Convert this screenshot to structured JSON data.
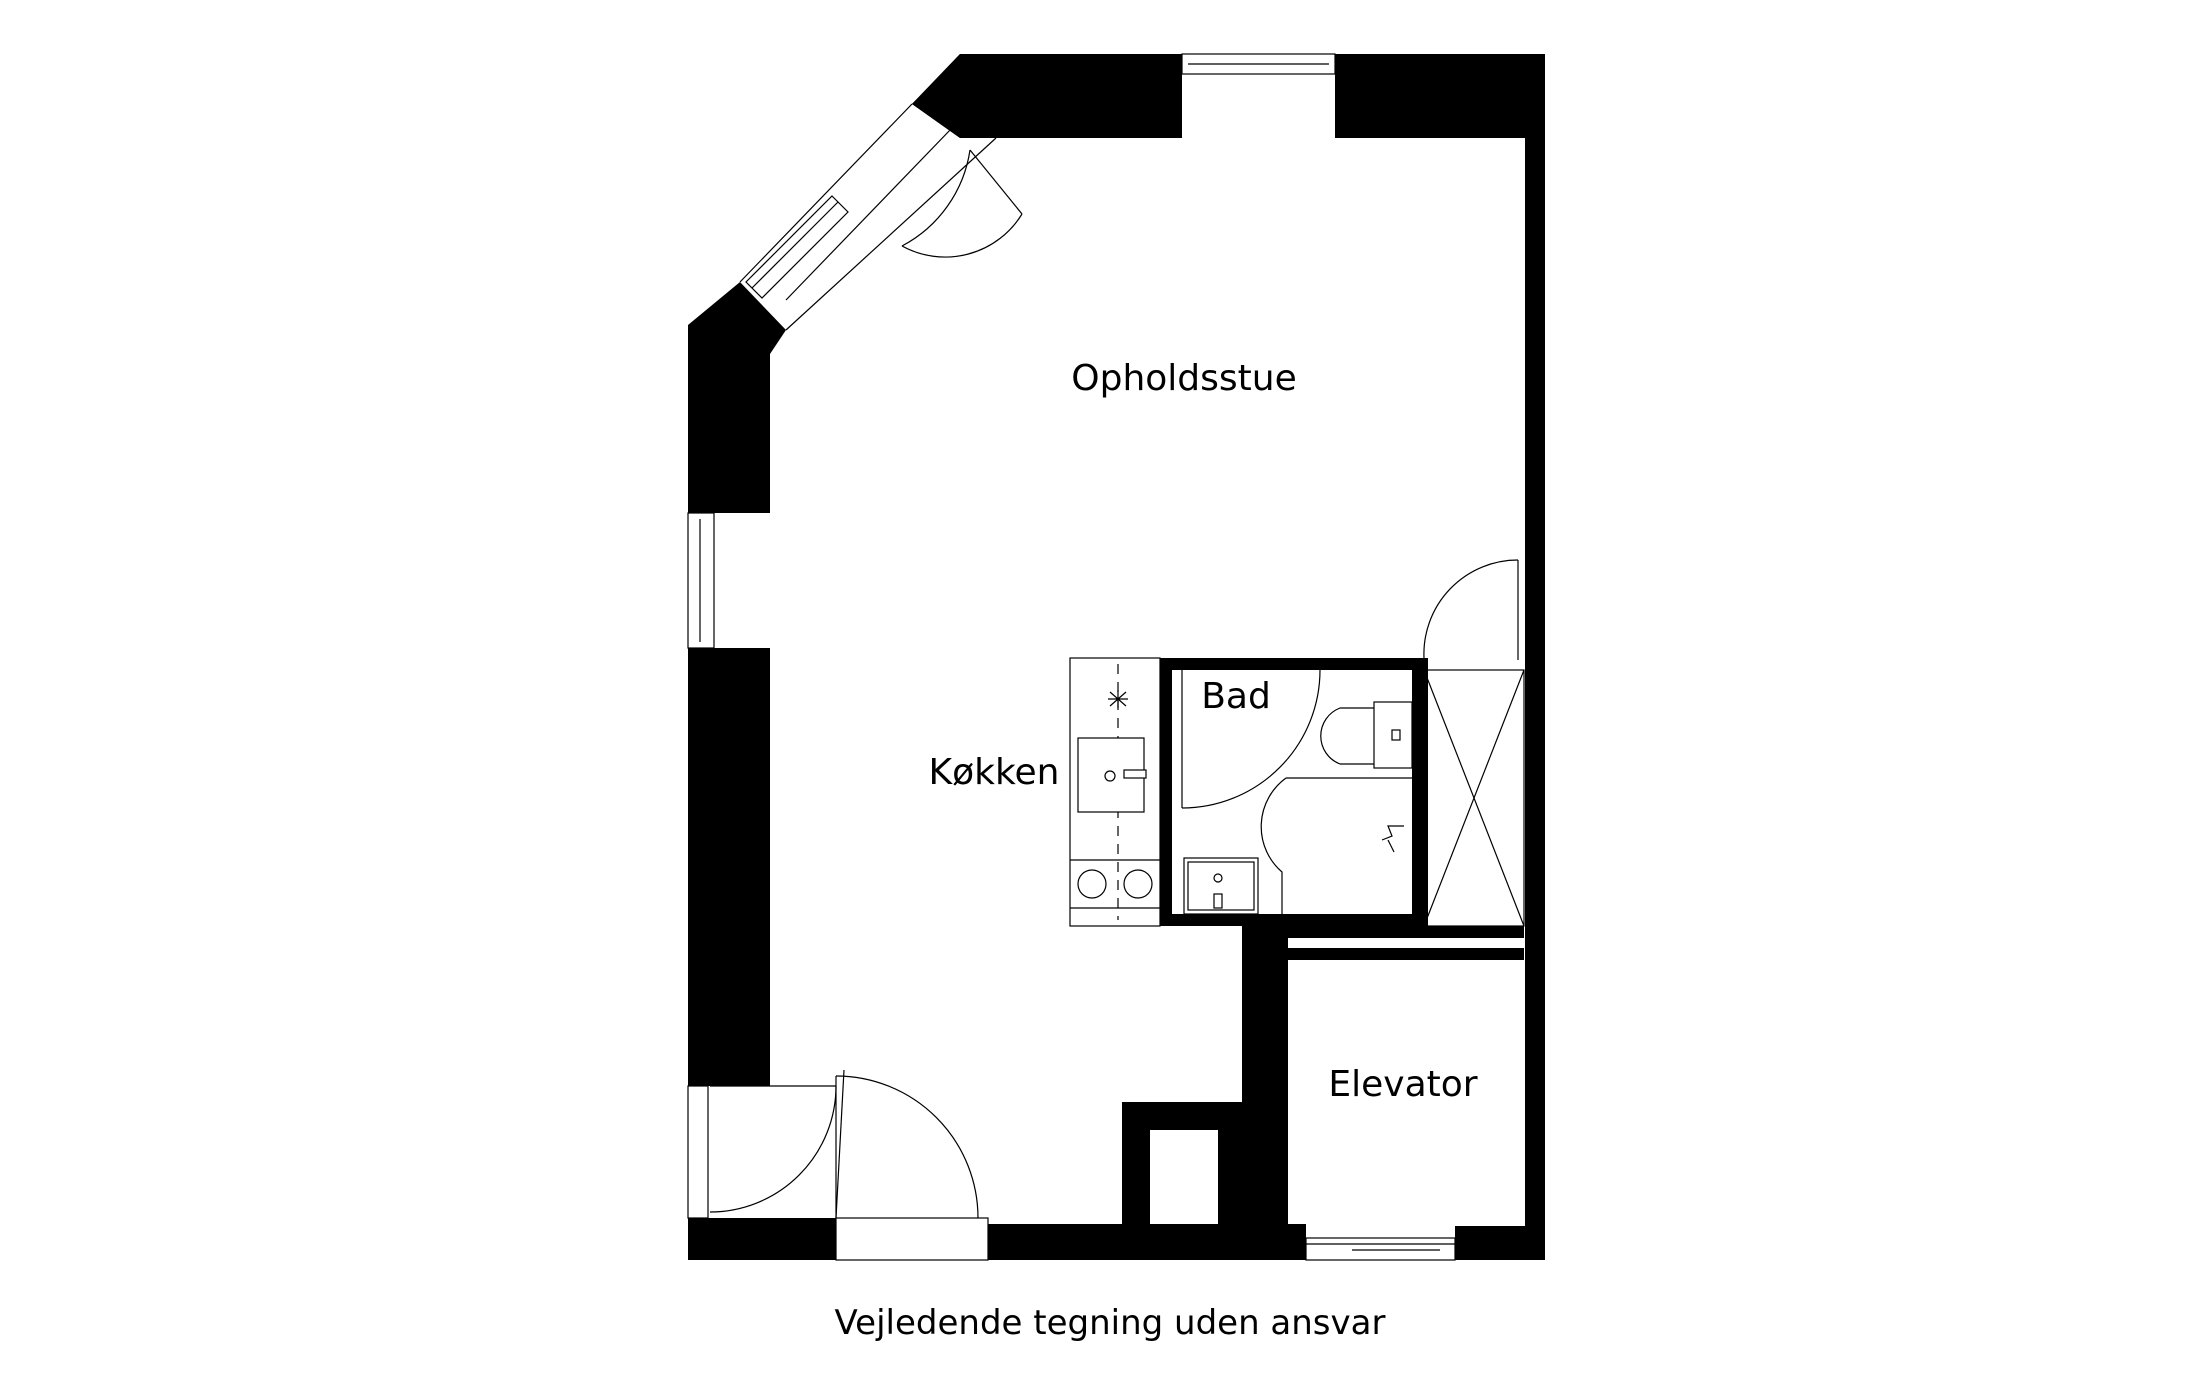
{
  "rooms": {
    "living": "Opholdsstue",
    "kitchen": "Køkken",
    "bath": "Bad",
    "elevator": "Elevator"
  },
  "caption": "Vejledende tegning uden ansvar"
}
